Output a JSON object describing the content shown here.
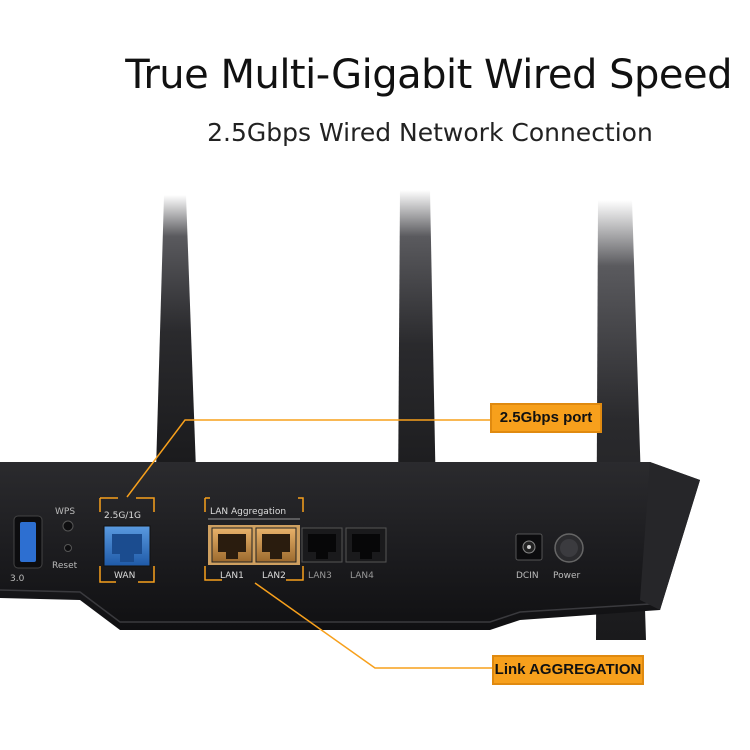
{
  "headline": "True Multi-Gigabit Wired Speed",
  "subheadline": "2.5Gbps Wired Network Connection",
  "callouts": {
    "port": "2.5Gbps port",
    "aggregation": "Link AGGREGATION"
  },
  "router_labels": {
    "wps": "WPS",
    "reset": "Reset",
    "usb": "3.0",
    "wan_speed": "2.5G/1G",
    "wan": "WAN",
    "lan_aggregation": "LAN Aggregation",
    "lan1": "LAN1",
    "lan2": "LAN2",
    "lan3": "LAN3",
    "lan4": "LAN4",
    "dcin": "DCIN",
    "power": "Power"
  },
  "colors": {
    "accent_orange": "#f7a01c",
    "router_body": "#1f1f21",
    "wan_port": "#2a6fc4",
    "lan_agg_port": "#c88a3a"
  }
}
